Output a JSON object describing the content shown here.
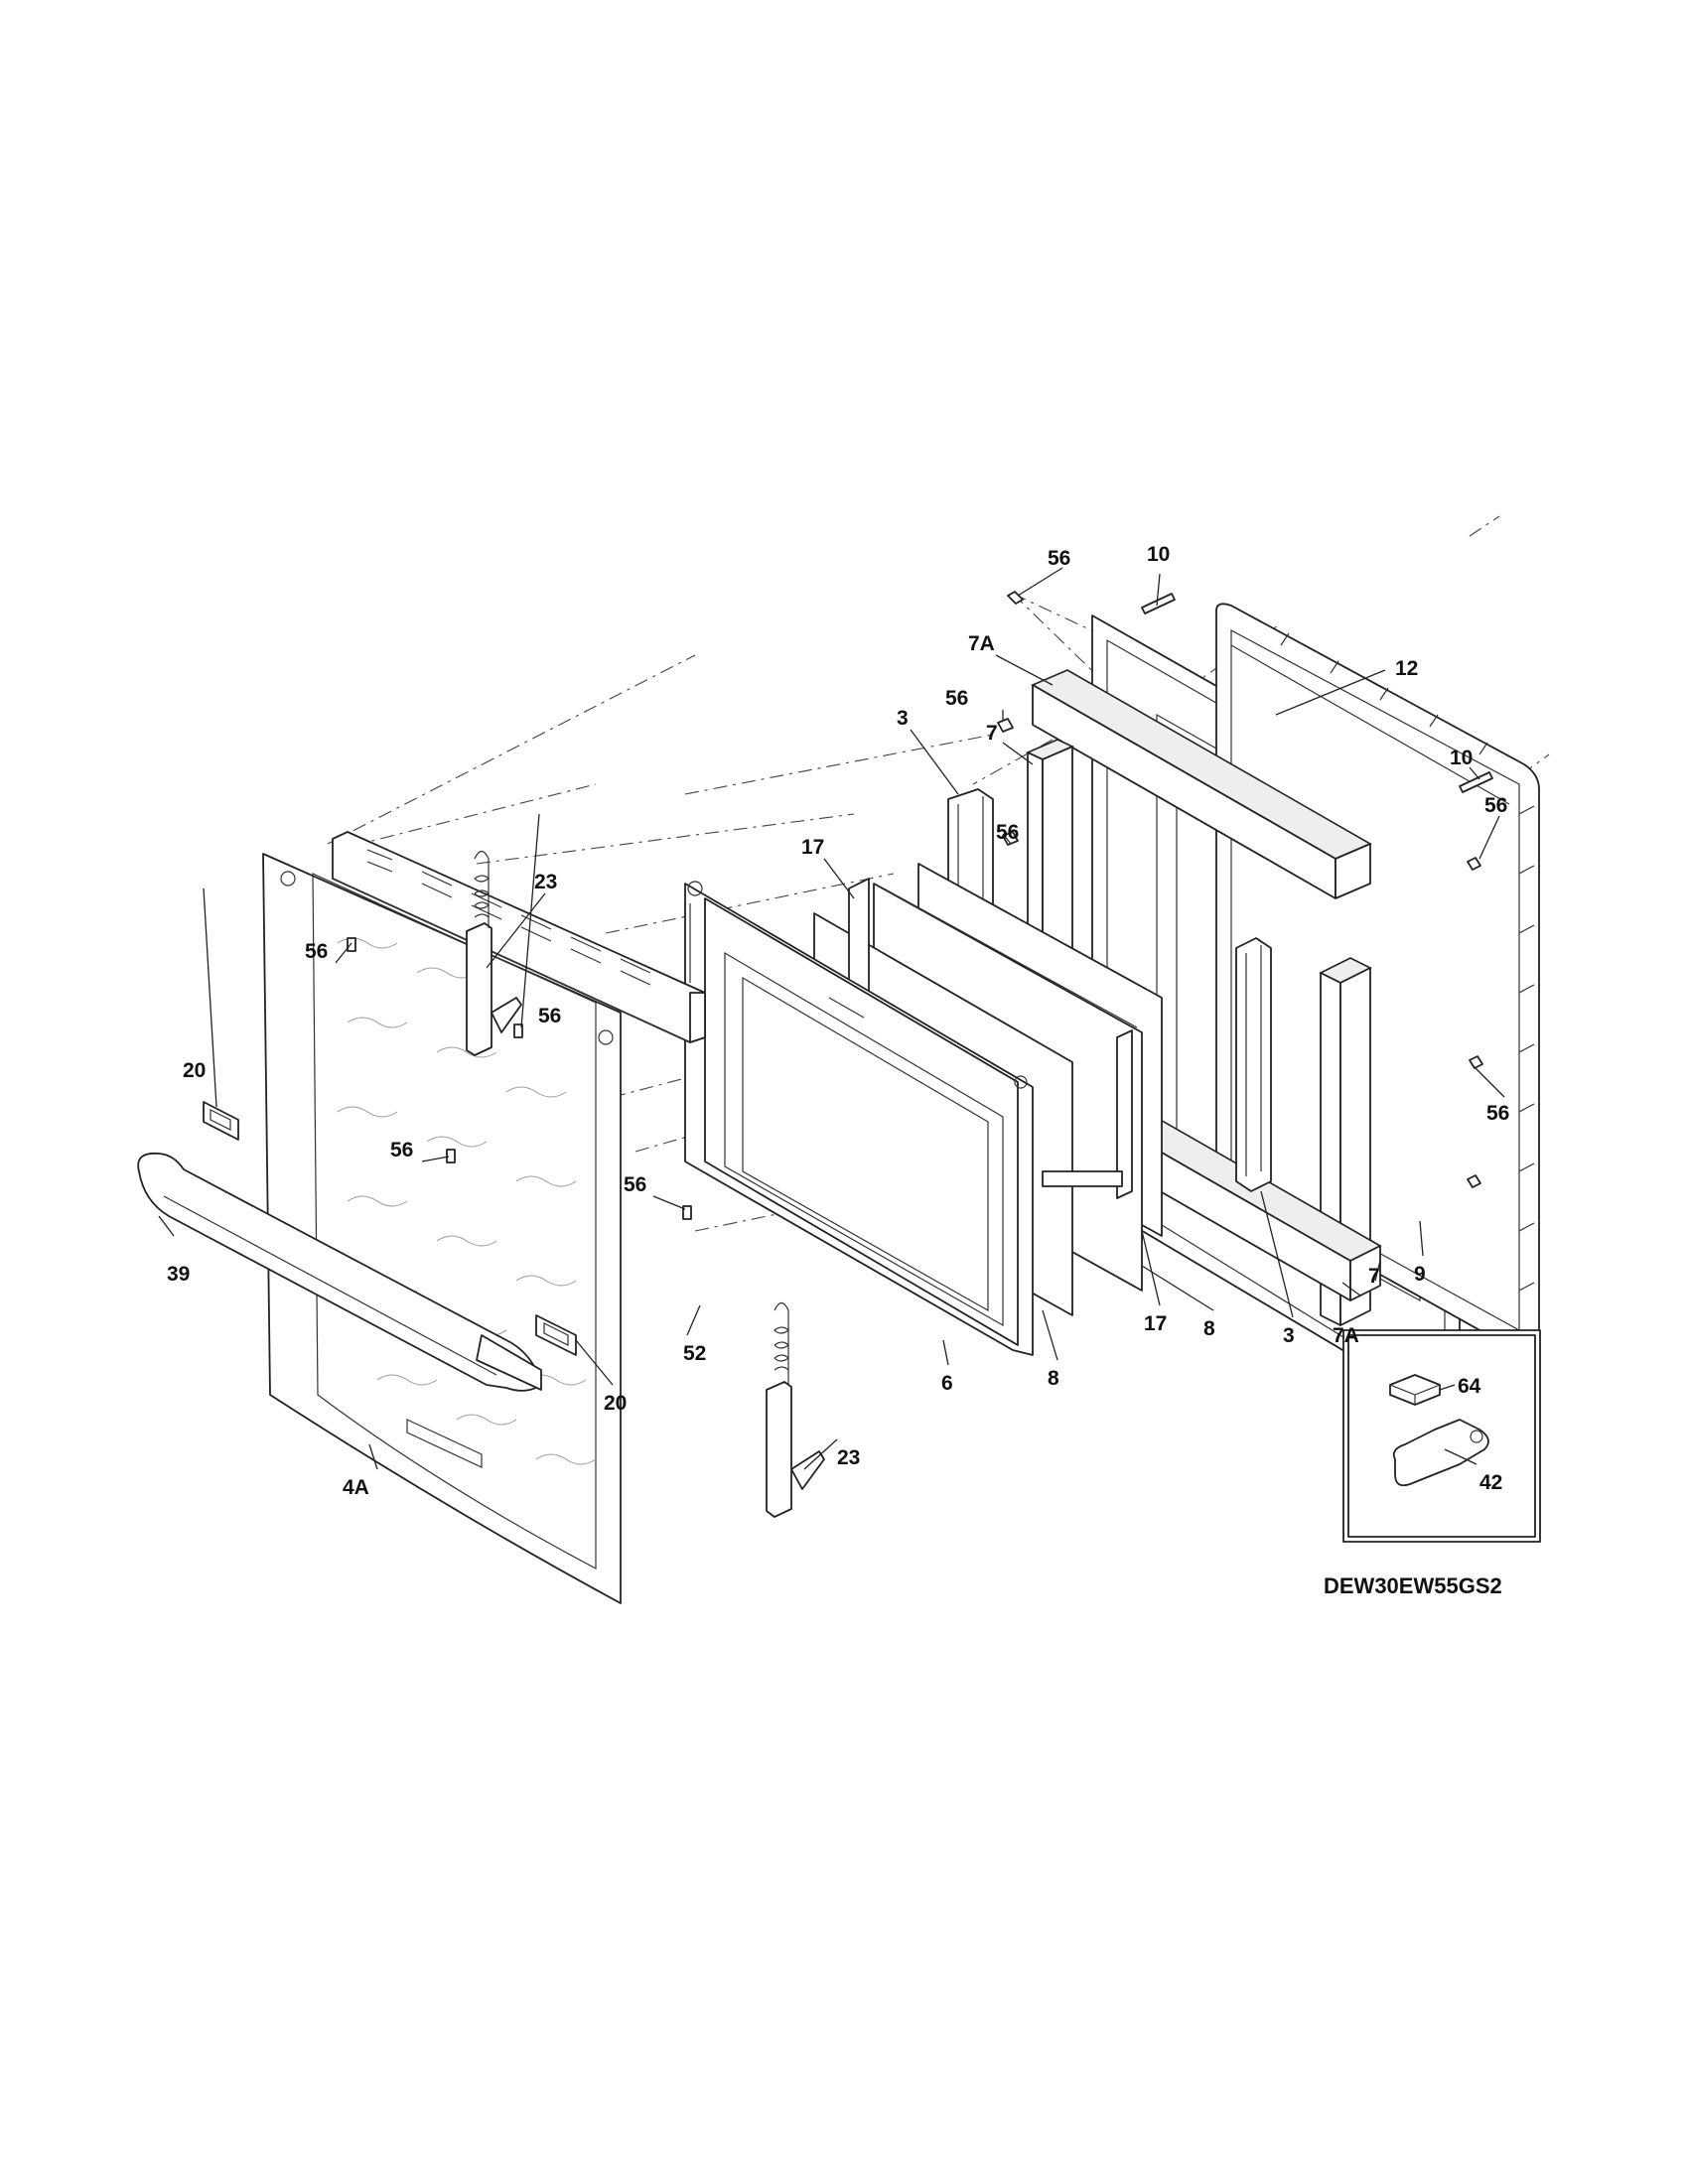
{
  "model_number": "DEW30EW55GS2",
  "callouts": {
    "c56_top": "56",
    "c10_top": "10",
    "c7A_top": "7A",
    "c12": "12",
    "c56_b": "56",
    "c7_top": "7",
    "c3_left": "3",
    "c56_c": "56",
    "c10_right": "10",
    "c56_right": "56",
    "c17_top": "17",
    "c23_top": "23",
    "c56_d": "56",
    "c56_e": "56",
    "c20_left": "20",
    "c56_f": "56",
    "c56_g": "56",
    "c56_bottomright": "56",
    "c7_right": "7",
    "c9": "9",
    "c8_a": "8",
    "c3_right": "3",
    "c7A_bottom": "7A",
    "c17_bottom": "17",
    "c39": "39",
    "c52": "52",
    "c8_b": "8",
    "c6": "6",
    "c20_right": "20",
    "c23_bottom": "23",
    "c4A": "4A",
    "c64": "64",
    "c42": "42"
  }
}
